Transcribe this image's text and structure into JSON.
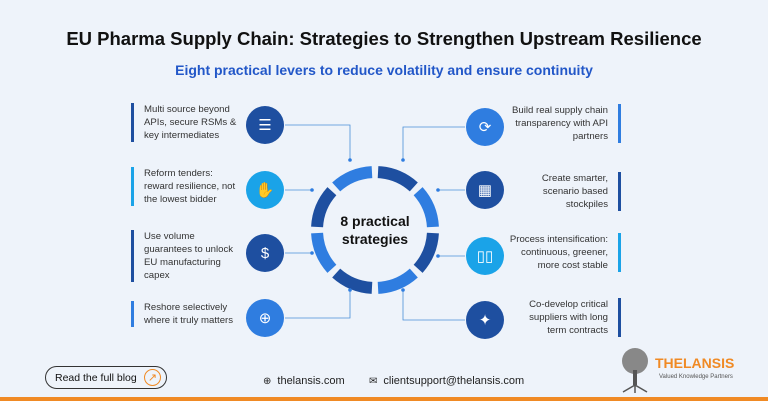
{
  "title": "EU Pharma Supply Chain: Strategies to Strengthen Upstream Resilience",
  "subtitle": "Eight practical levers to reduce volatility and ensure continuity",
  "center": {
    "line1": "8 practical",
    "line2": "strategies"
  },
  "colors": {
    "dark": "#1e4fa0",
    "medium": "#2f7de0",
    "light": "#1aa3e8",
    "accent": "#f08a24"
  },
  "left_items": [
    {
      "text": "Multi source beyond APIs, secure RSMs & key intermediates",
      "icon": "servers-database-icon",
      "color": "#1e4fa0"
    },
    {
      "text": "Reform tenders: reward resilience, not the lowest bidder",
      "icon": "bid-sign-hand-icon",
      "color": "#1aa3e8"
    },
    {
      "text": "Use volume guarantees to unlock EU manufacturing capex",
      "icon": "chart-coin-icon",
      "color": "#1e4fa0"
    },
    {
      "text": "Reshore selectively where it truly matters",
      "icon": "globe-icon",
      "color": "#2f7de0"
    }
  ],
  "right_items": [
    {
      "text": "Build real supply chain transparency with API partners",
      "icon": "logistics-cycle-icon",
      "color": "#2f7de0"
    },
    {
      "text": "Create smarter, scenario based stockpiles",
      "icon": "stacked-boxes-icon",
      "color": "#1e4fa0"
    },
    {
      "text": "Process intensification: continuous, greener, more cost stable",
      "icon": "bar-columns-icon",
      "color": "#1aa3e8"
    },
    {
      "text": "Co-develop critical suppliers with long term contracts",
      "icon": "partnership-idea-icon",
      "color": "#1e4fa0"
    }
  ],
  "footer": {
    "blog_label": "Read the full blog",
    "website": "thelansis.com",
    "email": "clientsupport@thelansis.com",
    "logo_text": "THELANSIS",
    "logo_tagline": "Valued Knowledge Partners"
  }
}
